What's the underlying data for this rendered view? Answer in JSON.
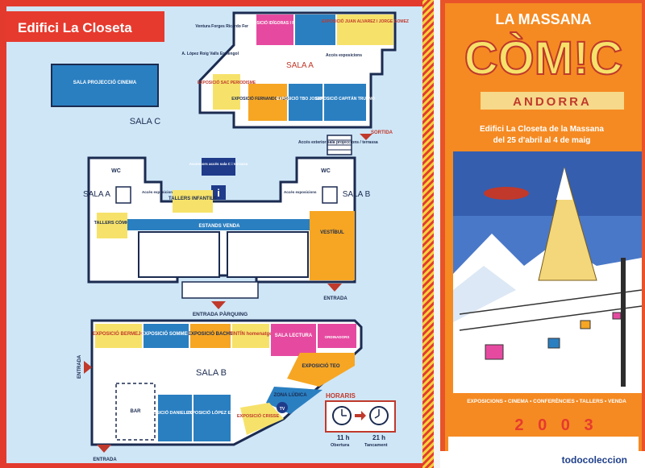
{
  "brochure_title": "Edifici La Closeta",
  "level_top": {
    "sala_c": "SALA C",
    "sala_projeccio": "SALA PROJECCIÓ CINEMA",
    "sala_a": "SALA A",
    "exhibits": {
      "ventura": "Ventura Forges Ricardo Fer",
      "lopez": "A. López Roig Valls Ermengol",
      "idigoras": "EXPOSICIÓ IDÍGORAS I PACHI",
      "alvarez": "EXPOSICIÓ JUAN ALVAREZ I JORGE GOMEZ",
      "sac": "EXPOSICIÓ SAC PERIODISME",
      "fernando": "EXPOSICIÓ FERNANDO FERNANDEZ",
      "tbo": "EXPOSICIÓ TBO JOSEP COLL",
      "capitan": "EXPOSICIÓ CAPITÁN TRUENO"
    },
    "acces_exposicions": "Accés exposicions",
    "sortida": "SORTIDA",
    "acces_exterior": "Accés exterior sala projeccions / terrassa"
  },
  "level_middle": {
    "wc_left": "WC",
    "wc_right": "WC",
    "ascensors": "Ascensors accés sala C i terrassa",
    "sala_a": "SALA A",
    "sala_b": "SALA B",
    "acces_left": "Accés exposicions",
    "acces_right": "Accés exposicions",
    "tallers_infantils": "TALLERS INFANTILS",
    "tallers_comic": "TALLERS CÒMIC",
    "estands_venda": "ESTANDS VENDA",
    "vestibul": "VESTÍBUL",
    "entrada": "ENTRADA",
    "entrada_parquing": "ENTRADA PÀRQUING"
  },
  "level_bottom": {
    "sala_b": "SALA B",
    "bermejo": "EXPOSICIÓ BERMEJO",
    "sommer": "EXPOSICIÓ SOMMER",
    "bachs": "EXPOSICIÓ BACHS",
    "tintin": "TINTÍN homenatge",
    "sala_lectura": "SALA LECTURA",
    "ordinadors": "ORDINADORS",
    "teo": "EXPOSICIÓ TEO",
    "zona_ludica": "ZONA LÚDICA",
    "bar": "BAR",
    "daniel": "EXPOSICIÓ DANIEL TORRES",
    "lopez_espi": "EXPOSICIÓ LÓPEZ ESPÍ",
    "crisse": "EXPOSICIÓ CRISSE",
    "tv": "TV",
    "entrada_side": "ENTRADA",
    "entrada_bottom": "ENTRADA"
  },
  "horaris": {
    "title": "HORARIS",
    "open_time": "11 h",
    "open_label": "Obertura",
    "close_time": "21 h",
    "close_label": "Tancament"
  },
  "cover": {
    "title_top": "LA MASSANA",
    "title_main": "CÒM!C",
    "country": "ANDORRA",
    "venue_line1": "Edifici La Closeta de la Massana",
    "venue_line2": "del 25 d'abril al 4 de maig",
    "footer_activities": "EXPOSICIONS • CINEMA • CONFERÈNCIES • TALLERS • VENDA",
    "year": "2 0 0 3"
  },
  "watermark": "todocoleccion",
  "colors": {
    "paper_blue": "#cfe6f7",
    "header_red": "#e63a2e",
    "orange": "#f6a623",
    "blue_exhibit": "#2a7fc1",
    "pink": "#e64aa0",
    "yellow": "#f6e26a",
    "navy": "#1f3b8a"
  }
}
